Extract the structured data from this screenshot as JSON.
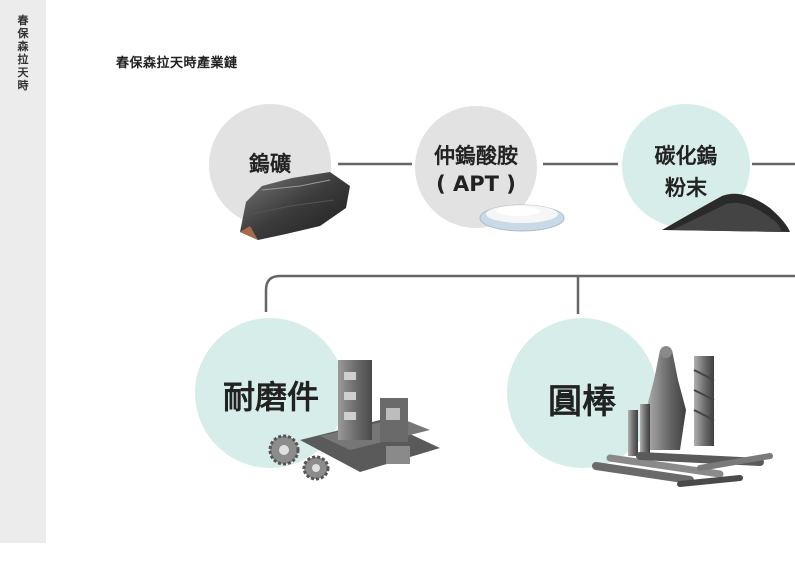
{
  "sidebar": {
    "text": "春保森拉天時"
  },
  "page": {
    "title": "春保森拉天時產業鏈"
  },
  "chain": {
    "steps": [
      {
        "label": "鎢礦"
      },
      {
        "label_line1": "仲鎢酸胺",
        "label_line2": "( APT )"
      },
      {
        "label_line1": "碳化鎢",
        "label_line2": "粉末"
      }
    ],
    "products": [
      {
        "label": "耐磨件"
      },
      {
        "label": "圓棒"
      }
    ]
  },
  "colors": {
    "grey_circle": "#e2e2e2",
    "teal_circle": "#d7ede9",
    "connector": "#666666"
  }
}
